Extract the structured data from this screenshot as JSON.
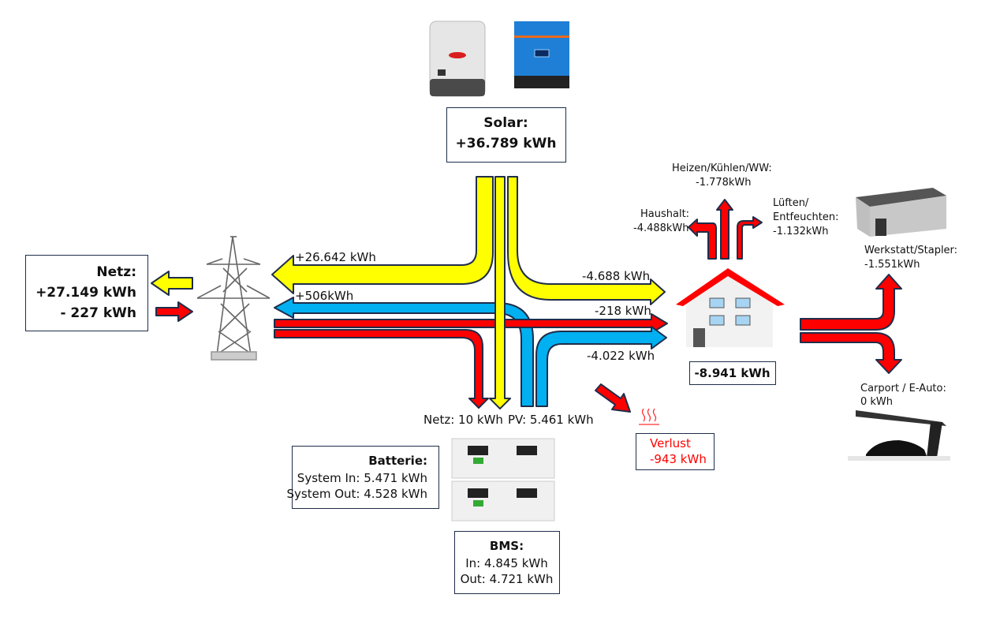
{
  "solar": {
    "title": "Solar:",
    "value": "+36.789 kWh",
    "icons": [
      "inverter-device-icon",
      "charge-controller-device-icon"
    ]
  },
  "netz": {
    "title": "Netz:",
    "import": "+27.149 kWh",
    "export": "- 227 kWh"
  },
  "flows": {
    "solar_to_grid": "+26.642 kWh",
    "battery_to_grid": "+506kWh",
    "solar_to_house": "-4.688 kWh",
    "grid_to_house": "-218 kWh",
    "battery_to_house": "-4.022 kWh",
    "grid_to_battery": "Netz: 10 kWh",
    "pv_to_battery": "PV: 5.461 kWh"
  },
  "batterie": {
    "title": "Batterie:",
    "in": "System In: 5.471 kWh",
    "out": "System Out: 4.528 kWh"
  },
  "bms": {
    "title": "BMS:",
    "in": "In: 4.845 kWh",
    "out": "Out: 4.721 kWh"
  },
  "verlust": {
    "title": "Verlust",
    "value": "-943 kWh",
    "color": "#ff0000"
  },
  "house": {
    "value": "-8.941 kWh"
  },
  "consumers": {
    "heizen": {
      "label": "Heizen/Kühlen/WW:",
      "value": "-1.778kWh"
    },
    "haushalt": {
      "label": "Haushalt:",
      "value": "-4.488kWh"
    },
    "lueften": {
      "label1": "Lüften/",
      "label2": "Entfeuchten:",
      "value": "-1.132kWh"
    },
    "werkstatt": {
      "label": "Werkstatt/Stapler:",
      "value": "-1.551kWh"
    },
    "carport": {
      "label": "Carport / E-Auto:",
      "value": "0 kWh"
    }
  },
  "colors": {
    "solar": "#ffff00",
    "battery": "#00b0f0",
    "grid": "#ff0000",
    "outline": "#1f2d4a"
  }
}
